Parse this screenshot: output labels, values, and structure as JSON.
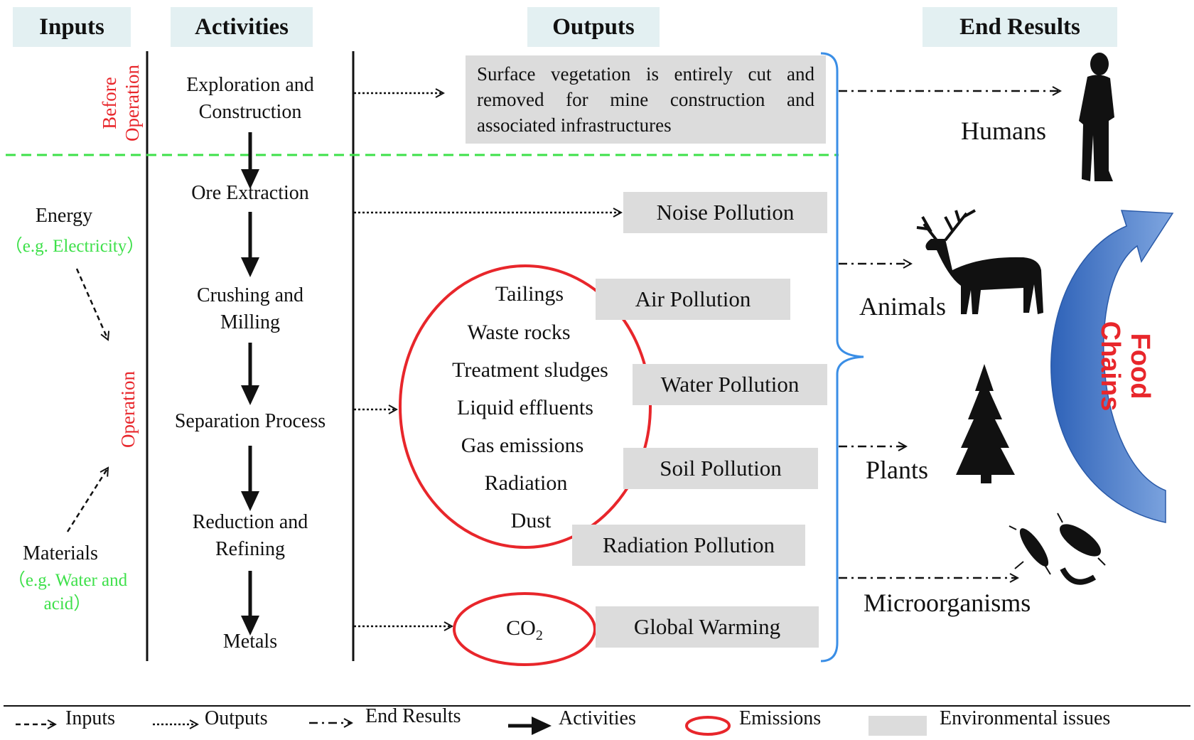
{
  "headers": {
    "inputs": "Inputs",
    "activities": "Activities",
    "outputs": "Outputs",
    "end_results": "End Results"
  },
  "phases": {
    "before": [
      "Before",
      "Operation"
    ],
    "operation": "Operation"
  },
  "inputs": {
    "energy": "Energy",
    "energy_example": "（e.g. Electricity）",
    "materials": "Materials",
    "materials_example_1": "（e.g. Water and",
    "materials_example_2": "acid）"
  },
  "activities": {
    "exploration": [
      "Exploration  and",
      "Construction"
    ],
    "ore_extraction": "Ore Extraction",
    "crushing": [
      "Crushing  and",
      "Milling"
    ],
    "separation": "Separation  Process",
    "reduction": [
      "Reduction  and",
      "Refining"
    ],
    "metals": "Metals"
  },
  "outputs": {
    "vegetation": [
      "Surface  vegetation  is  entirely  cut  and",
      "removed  for  mine  construction  and",
      "associated infrastructures"
    ],
    "noise": "Noise Pollution",
    "air": "Air Pollution",
    "water": "Water Pollution",
    "soil": "Soil Pollution",
    "radiation": "Radiation Pollution",
    "global_warming": "Global Warming"
  },
  "emissions": [
    "Tailings",
    "Waste rocks",
    "Treatment sludges",
    "Liquid effluents",
    "Gas emissions",
    "Radiation",
    "Dust"
  ],
  "co2": {
    "base": "CO",
    "sub": "2"
  },
  "end_results": {
    "humans": "Humans",
    "animals": "Animals",
    "plants": "Plants",
    "microorganisms": "Microorganisms"
  },
  "food_chains": [
    "Food",
    "Chains"
  ],
  "legend": {
    "inputs": "Inputs",
    "outputs": "Outputs",
    "end_results": "End Results",
    "activities": "Activities",
    "emissions": "Emissions",
    "environmental": "Environmental  issues"
  },
  "colors": {
    "header_bg": "#e3f0f2",
    "box_gray": "#dcdcdc",
    "red": "#e8262b",
    "green": "#3ee04a",
    "blue_bracket": "#3a8ee6",
    "arrow_blue": "#3d74c9"
  }
}
